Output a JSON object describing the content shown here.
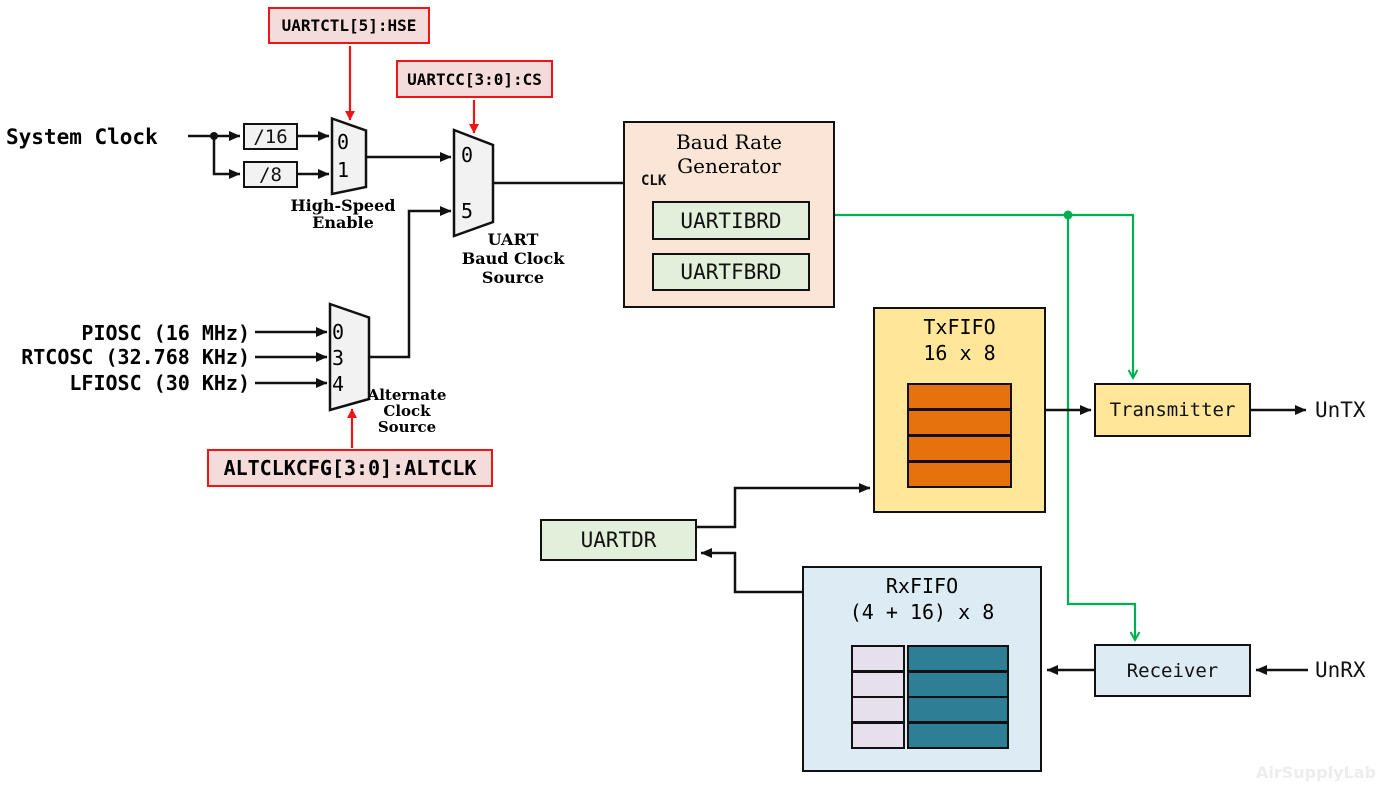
{
  "watermark": "AirSupplyLab",
  "labels": {
    "system_clock": "System Clock",
    "piosc": "PIOSC (16 MHz)",
    "rtcosc": "RTCOSC (32.768 KHz)",
    "lfiosc": "LFIOSC (30 KHz)",
    "untx": "UnTX",
    "unrx": "UnRX"
  },
  "callouts": {
    "hse": "UARTCTL[5]:HSE",
    "cs": "UARTCC[3:0]:CS",
    "altclk": "ALTCLKCFG[3:0]:ALTCLK"
  },
  "dividers": {
    "div16": "/16",
    "div8": "/8"
  },
  "muxes": {
    "high_speed_enable": {
      "caption1": "High-Speed",
      "caption2": "Enable",
      "inputs": [
        "0",
        "1"
      ]
    },
    "uart_baud_clock_source": {
      "caption1": "UART",
      "caption2": "Baud Clock Source",
      "inputs": [
        "0",
        "5"
      ]
    },
    "alternate_clock_source": {
      "caption1": "Alternate",
      "caption2": "Clock Source",
      "inputs": [
        "0",
        "3",
        "4"
      ]
    }
  },
  "baud_rate_generator": {
    "title": "Baud Rate Generator",
    "clk": "CLK",
    "registers": [
      "UARTIBRD",
      "UARTFBRD"
    ]
  },
  "blocks": {
    "txfifo_title": "TxFIFO",
    "txfifo_size": "16 x 8",
    "rxfifo_title": "RxFIFO",
    "rxfifo_size": "(4 + 16) x 8",
    "uartdr": "UARTDR",
    "transmitter": "Transmitter",
    "receiver": "Receiver"
  },
  "colors": {
    "wire_black": "#111111",
    "control_red": "#f01414",
    "clock_green": "#00b050",
    "callout_fill": "#f4dcdb",
    "brg_fill": "#fbe5d6",
    "register_fill": "#e2efda",
    "fifo_gold_fill": "#ffe699",
    "fifo_orange": "#e6720d",
    "fifo_blue_fill": "#dcebf4",
    "fifo_lavender": "#e6e0ec",
    "fifo_teal": "#2e7f96",
    "mux_fill": "#f2f2f2"
  }
}
